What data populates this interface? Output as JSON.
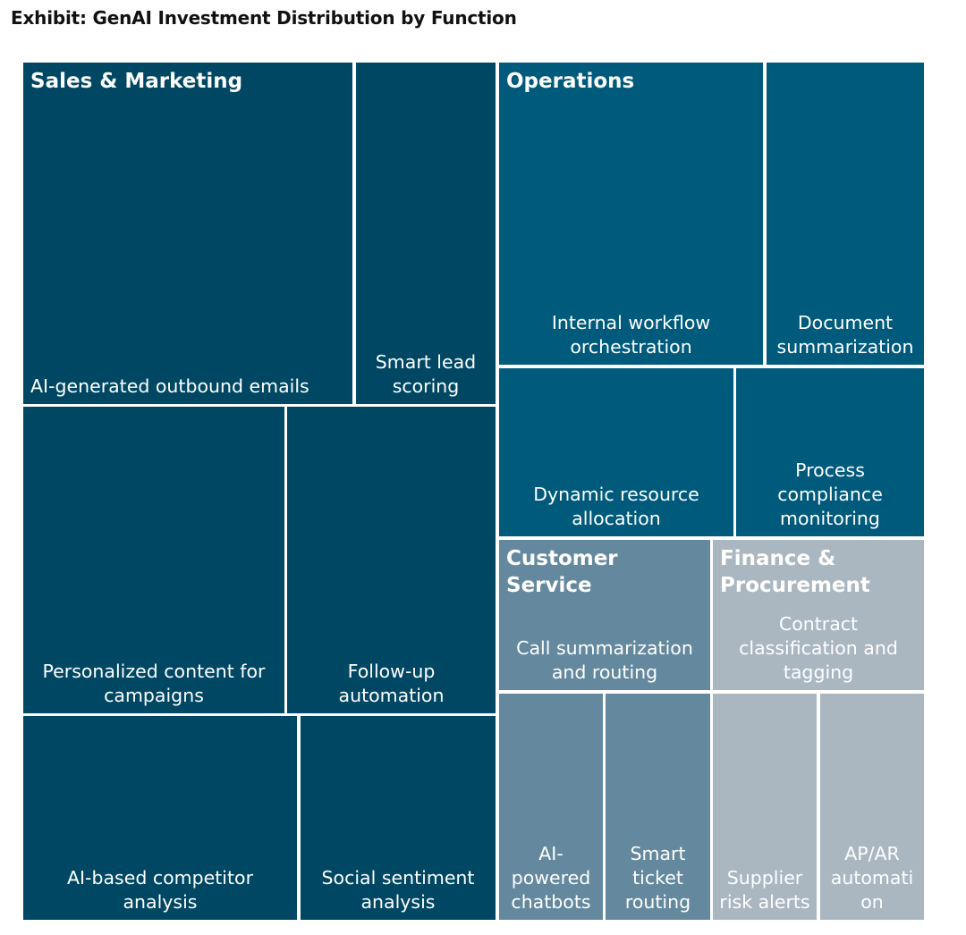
{
  "title": "Exhibit: GenAI Investment Distribution by Function",
  "chart_data": {
    "type": "treemap",
    "title": "Exhibit: GenAI Investment Distribution by Function",
    "colors": {
      "Sales & Marketing": "#004764",
      "Operations": "#005a7c",
      "Customer Service": "#64899e",
      "Finance & Procurement": "#aab7c1"
    },
    "groups": [
      {
        "name": "Sales & Marketing",
        "items": [
          {
            "label": "AI-generated outbound emails"
          },
          {
            "label": "Smart lead\nscoring"
          },
          {
            "label": "Personalized content for\ncampaigns"
          },
          {
            "label": "Follow-up\nautomation"
          },
          {
            "label": "AI-based competitor\nanalysis"
          },
          {
            "label": "Social sentiment\nanalysis"
          }
        ]
      },
      {
        "name": "Operations",
        "items": [
          {
            "label": "Internal workflow\norchestration"
          },
          {
            "label": "Document\nsummarization"
          },
          {
            "label": "Dynamic resource\nallocation"
          },
          {
            "label": "Process\ncompliance\nmonitoring"
          }
        ]
      },
      {
        "name": "Customer Service",
        "items": [
          {
            "label": "Call summarization\nand routing"
          },
          {
            "label": "AI-\npowered\nchatbots"
          },
          {
            "label": "Smart\nticket\nrouting"
          }
        ]
      },
      {
        "name": "Finance &\nProcurement",
        "items": [
          {
            "label": "Contract\nclassification and\ntagging"
          },
          {
            "label": "Supplier\nrisk alerts"
          },
          {
            "label": "AP/AR\nautomati\non"
          }
        ]
      }
    ]
  }
}
